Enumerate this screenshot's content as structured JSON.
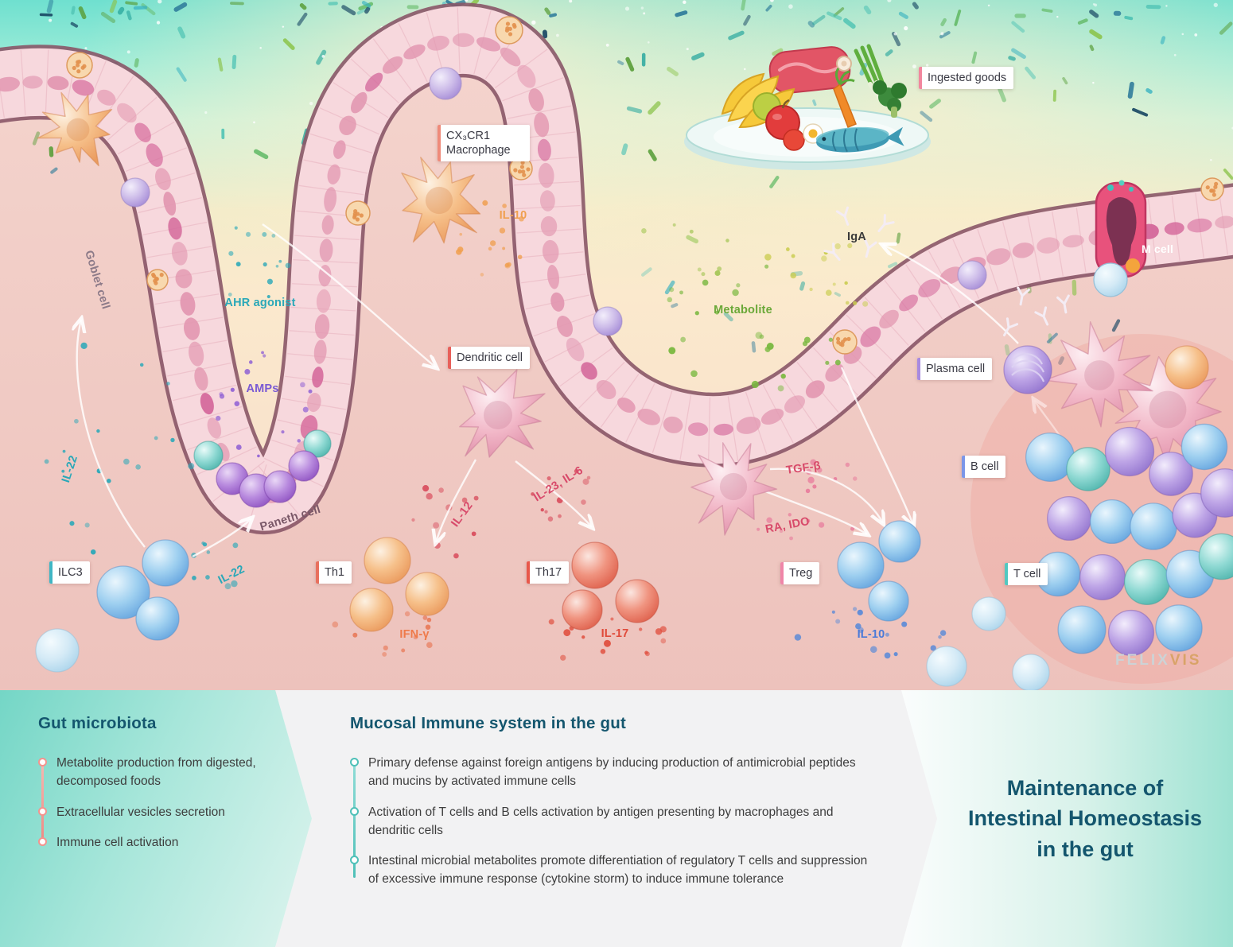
{
  "illustration": {
    "tags": {
      "ingested_goods": "Ingested goods",
      "cx3cr1_macrophage": "CX₃CR1 Macrophage",
      "dendritic_cell": "Dendritic cell",
      "plasma_cell": "Plasma cell",
      "b_cell": "B cell",
      "t_cell": "T cell",
      "m_cell": "M cell",
      "ilc3": "ILC3",
      "th1": "Th1",
      "th17": "Th17",
      "treg": "Treg"
    },
    "annotations": {
      "goblet_cell": "Goblet cell",
      "paneth_cell": "Paneth cell",
      "ahr_agonist": "AHR agonist",
      "amps": "AMPs",
      "il10_macrophage": "IL-10",
      "iga": "IgA",
      "metabolite": "Metabolite",
      "il22_left": "IL-22",
      "il22_right": "IL-22",
      "il12": "IL-12",
      "il23_il6": "IL-23, IL-6",
      "tgf_beta": "TGF-β",
      "ra_ido": "RA, IDO",
      "ifn_gamma": "IFN-γ",
      "il17": "IL-17",
      "il10_treg": "IL-10"
    },
    "watermark": {
      "part1": "FELIX",
      "part2": "VIS"
    }
  },
  "panels": {
    "gut_microbiota": {
      "title": "Gut microbiota",
      "items": [
        "Metabolite production from digested, decomposed foods",
        "Extracellular vesicles secretion",
        "Immune cell activation"
      ]
    },
    "mucosal": {
      "title": "Mucosal Immune system in the gut",
      "items": [
        "Primary defense against foreign antigens by inducing production of antimicrobial peptides and mucins by activated immune cells",
        "Activation of T cells and B cells activation by antigen presenting by macrophages and dendritic cells",
        "Intestinal microbial metabolites promote differentiation of regulatory T cells and suppression of excessive immune response (cytokine storm) to induce immune tolerance"
      ]
    },
    "maintenance": {
      "title": "Maintenance of Intestinal Homeostasis in the gut",
      "title_lines": [
        "Maintenance of",
        "Intestinal Homeostasis",
        "in the gut"
      ]
    }
  },
  "colors": {
    "tag_bars": {
      "ingested_goods": "#f2879e",
      "cx3cr1_macrophage": "#ef8a7a",
      "dendritic_cell": "#e8605a",
      "plasma_cell": "#a88ae0",
      "b_cell": "#7b96e8",
      "t_cell": "#52c8c0",
      "ilc3": "#3fb6c4",
      "th1": "#e8705e",
      "th17": "#e8574a",
      "treg": "#ef85a8"
    },
    "heading": "#14566e",
    "epithelium": "#f7d8dd",
    "tissue": "#f2cfc9",
    "lumen_top": "#6fe0cf"
  }
}
